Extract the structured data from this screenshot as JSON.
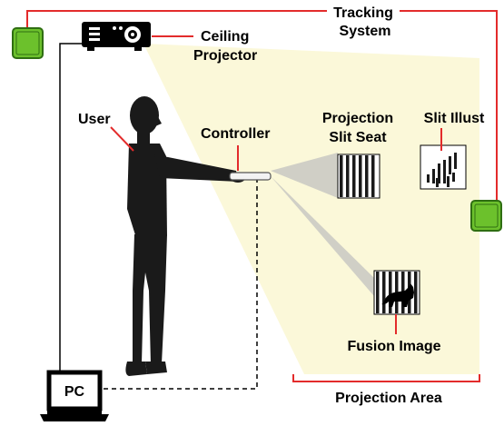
{
  "labels": {
    "tracking_line1": "Tracking",
    "tracking_line2": "System",
    "projector_line1": "Ceiling",
    "projector_line2": "Projector",
    "user": "User",
    "controller": "Controller",
    "slit_seat_line1": "Projection",
    "slit_seat_line2": "Slit Seat",
    "slit_illust": "Slit Illust",
    "fusion_image": "Fusion Image",
    "projection_area": "Projection Area",
    "pc": "PC"
  },
  "colors": {
    "projection_fill": "#fbf8d9",
    "tracking_sensor": "#6cc12c",
    "tracking_sensor_border": "#2f6e12",
    "tracking_line": "#e32b2b",
    "leader_line": "#e32b2b",
    "light_cone": "#c8c8c2",
    "silhouette": "#1a1a1a"
  },
  "icons": {
    "projector": "projector-icon",
    "laptop": "laptop-icon",
    "sensor": "sensor-icon",
    "person": "person-silhouette",
    "cat": "cat-silhouette"
  }
}
